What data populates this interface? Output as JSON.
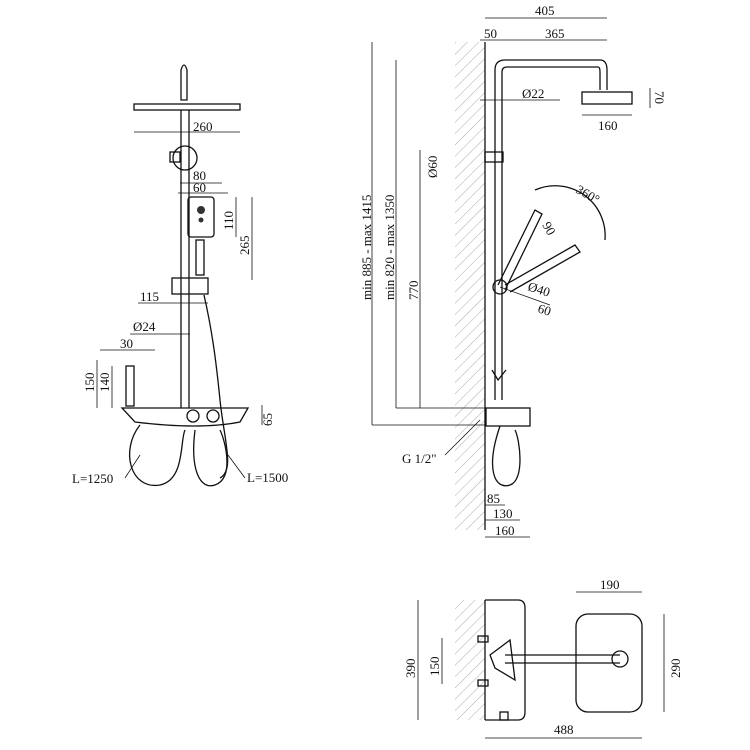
{
  "front_view": {
    "head_width": "260",
    "handle_width_outer": "80",
    "handle_width_inner": "60",
    "handle_head_height": "110",
    "handle_length": "265",
    "holder_offset": "115",
    "pipe_diameter": "Ø24",
    "spout_width": "30",
    "spout_height_outer": "150",
    "spout_height_inner": "140",
    "shelf_height": "65",
    "hose_left": "L=1250",
    "hose_right": "L=1500"
  },
  "side_view": {
    "total_reach": "405",
    "wall_gap": "50",
    "arm_length": "365",
    "arm_diameter": "Ø22",
    "head_thickness": "70",
    "head_depth": "160",
    "bracket_diameter": "Ø60",
    "rotation": "360°",
    "angle": "90",
    "joint_diameter": "Ø40",
    "joint_length": "60",
    "height_outer": "min 885 - max 1415",
    "height_inner": "min 820 - max 1350",
    "lower_height": "770",
    "thread": "G 1/2\"",
    "depth_85": "85",
    "depth_130": "130",
    "depth_160": "160"
  },
  "top_view": {
    "head_width": "190",
    "wall_height": "390",
    "inlet_spacing": "150",
    "head_length": "290",
    "total_length": "488"
  }
}
